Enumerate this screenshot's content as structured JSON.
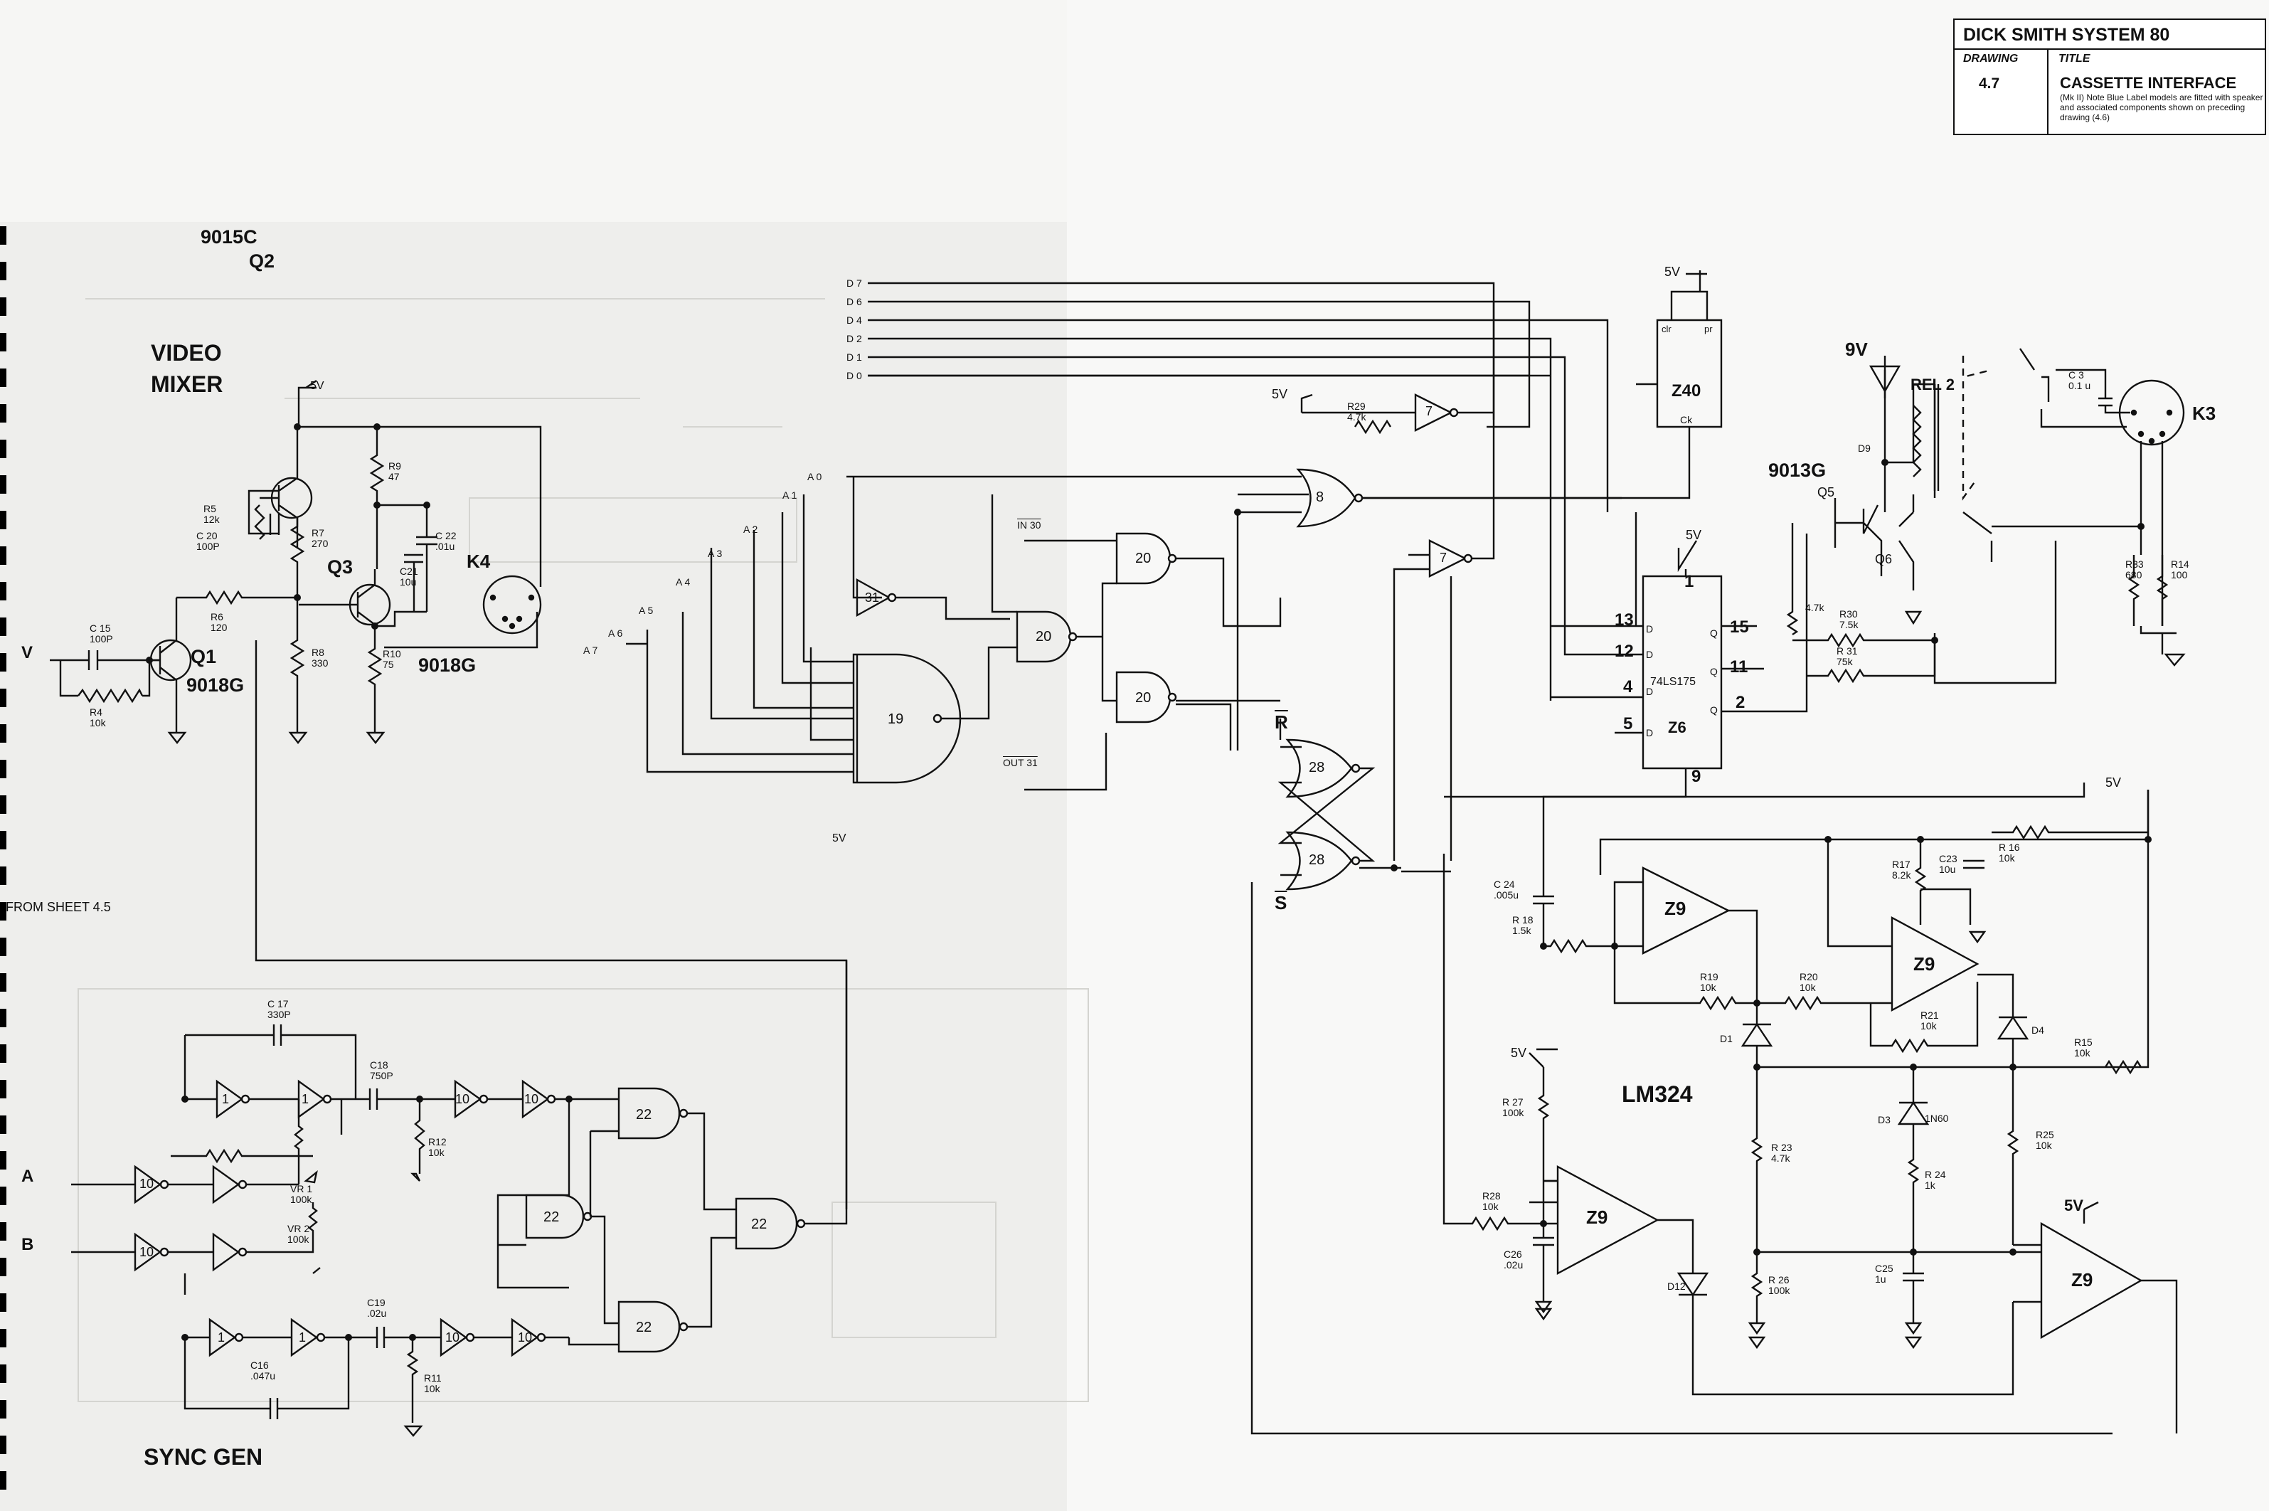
{
  "title_block": {
    "company": "DICK SMITH SYSTEM 80",
    "drawing_label": "DRAWING",
    "title_label": "TITLE",
    "drawing_number": "4.7",
    "title": "CASSETTE INTERFACE",
    "note": "(Mk II) Note Blue Label models are fitted with speaker and associated components shown on preceding drawing (4.6)"
  },
  "sections": {
    "video_mixer": "VIDEO\nMIXER",
    "sync_gen": "SYNC GEN",
    "from_sheet": "FROM SHEET 4.5",
    "lm324": "LM324"
  },
  "transistors": {
    "q1": "Q1",
    "q1_type": "9018G",
    "q2": "Q2",
    "q2_type": "9015C",
    "q3": "Q3",
    "q3_type": "9018G",
    "q5": "Q5",
    "q5_type": "9013G",
    "q6": "Q6"
  },
  "inputs": {
    "v": "V",
    "a": "A",
    "b": "B",
    "data_lines": [
      "D 7",
      "D 6",
      "D 4",
      "D 2",
      "D 1",
      "D 0"
    ],
    "address_lines": [
      "A 0",
      "A 1",
      "A 2",
      "A 3",
      "A 4",
      "A 5",
      "A 6",
      "A 7"
    ],
    "in30": "IN 30",
    "out31": "OUT 31",
    "r_bar": "R",
    "s_bar": "S"
  },
  "supplies": {
    "v5": "5V",
    "v9": "9V"
  },
  "ics": {
    "z40": "Z40",
    "z6": "Z6",
    "ls175": "74LS175",
    "z9": "Z9",
    "ck": "Ck",
    "clr": "clr",
    "pr": "pr"
  },
  "gates": [
    "1",
    "10",
    "1",
    "10",
    "22",
    "22",
    "22",
    "22",
    "31",
    "19",
    "20",
    "20",
    "20",
    "8",
    "7",
    "7",
    "28",
    "28",
    "10",
    "10",
    "10",
    "1",
    "1",
    "10"
  ],
  "components": {
    "r1": "R5\n12k",
    "c20": "C 20\n100P",
    "r7": "R7\n270",
    "r9": "R9\n47",
    "c22": "C 22\n.01u",
    "c21": "C21\n10u",
    "k4": "K4",
    "r6": "R6\n120",
    "c15": "C 15\n100P",
    "r4": "R4\n10k",
    "r8": "R8\n330",
    "r10": "R10\n75",
    "c17": "C 17\n330P",
    "c18": "C18\n750P",
    "r12": "R12\n10k",
    "vr1": "VR 1\n100k",
    "vr2": "VR 2\n100k",
    "c19": "C19\n.02u",
    "c16": "C16\n.047u",
    "r11": "R11\n10k",
    "r29": "R29\n4.7k",
    "rel2": "REL 2",
    "c3": "C 3\n0.1 u",
    "k3": "K3",
    "d9": "D9",
    "r33": "R33\n680",
    "r14": "R14\n100",
    "r30": "R30\n7.5k",
    "r31": "R 31\n75k",
    "r47": "4.7k",
    "c24": "C 24\n.005u",
    "r18": "R 18\n1.5k",
    "r16": "R 16\n10k",
    "r17": "R17\n8.2k",
    "c23": "C23\n10u",
    "r19": "R19\n10k",
    "r20": "R20\n10k",
    "r21": "R21\n10k",
    "d1": "D1",
    "d4": "D4",
    "r15": "R15\n10k",
    "r27": "R 27\n100k",
    "r23": "R 23\n4.7k",
    "d3": "D3",
    "in60": "1N60",
    "r24": "R 24\n1k",
    "r25": "R25\n10k",
    "r28": "R28\n10k",
    "c26": "C26\n.02u",
    "c25": "C25\n1u",
    "r26": "R 26\n100k",
    "d12": "D12"
  },
  "pins": {
    "z6_pins": [
      "13",
      "12",
      "4",
      "5",
      "1",
      "15",
      "11",
      "2",
      "9"
    ],
    "z6_letters": [
      "D",
      "D",
      "D",
      "D",
      "Q",
      "Q",
      "Q"
    ]
  }
}
